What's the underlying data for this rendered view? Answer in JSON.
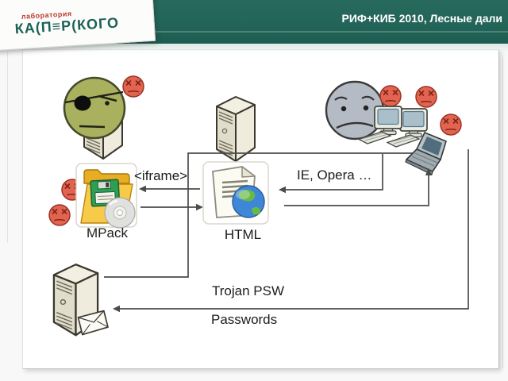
{
  "header": {
    "title": "РИФ+КИБ 2010, Лесные дали"
  },
  "logo": {
    "line1": "лаборатория",
    "line2": "КА(П≡Р(КОГО"
  },
  "diagram": {
    "labels": {
      "mpack": "MPack",
      "iframe": "<iframe>",
      "html": "HTML",
      "browsers": "IE, Opera …",
      "trojan": "Trojan PSW",
      "passwords": "Passwords"
    },
    "icons": [
      {
        "name": "hacker-face-icon",
        "desc": "green face with black eye patch"
      },
      {
        "name": "server-icon-attacker",
        "desc": "beige server tower, top left"
      },
      {
        "name": "server-icon-web",
        "desc": "beige server tower, top middle"
      },
      {
        "name": "server-icon-dropzone",
        "desc": "beige server tower with envelope, bottom left"
      },
      {
        "name": "envelope-icon",
        "desc": "mail envelope on drop-zone server"
      },
      {
        "name": "angry-face-icon",
        "count": 6,
        "desc": "red faces with x-x eyes"
      },
      {
        "name": "sad-user-face-icon",
        "desc": "gray worried face"
      },
      {
        "name": "desktop-computer-icon",
        "count": 2,
        "desc": "CRT monitors with keyboards"
      },
      {
        "name": "laptop-icon",
        "desc": "laptop computer"
      },
      {
        "name": "mpack-folder-icon",
        "desc": "yellow folder with floppy disk and CD"
      },
      {
        "name": "html-page-icon",
        "desc": "document page with globe"
      }
    ],
    "colors": {
      "header_green": "#216357",
      "header_accent_line": "#4d8374",
      "logo_red": "#bb3a2b",
      "logo_teal": "#1c6156",
      "angry_face_red": "#e26450",
      "hacker_face_green": "#a9b15f",
      "sad_face_gray": "#b5bbc4",
      "folder_yellow": "#f8ca49",
      "floppy_green": "#2f9e52",
      "globe_blue": "#3e86d8",
      "globe_green": "#67bb45",
      "connector_gray": "#4b4b4b"
    }
  }
}
